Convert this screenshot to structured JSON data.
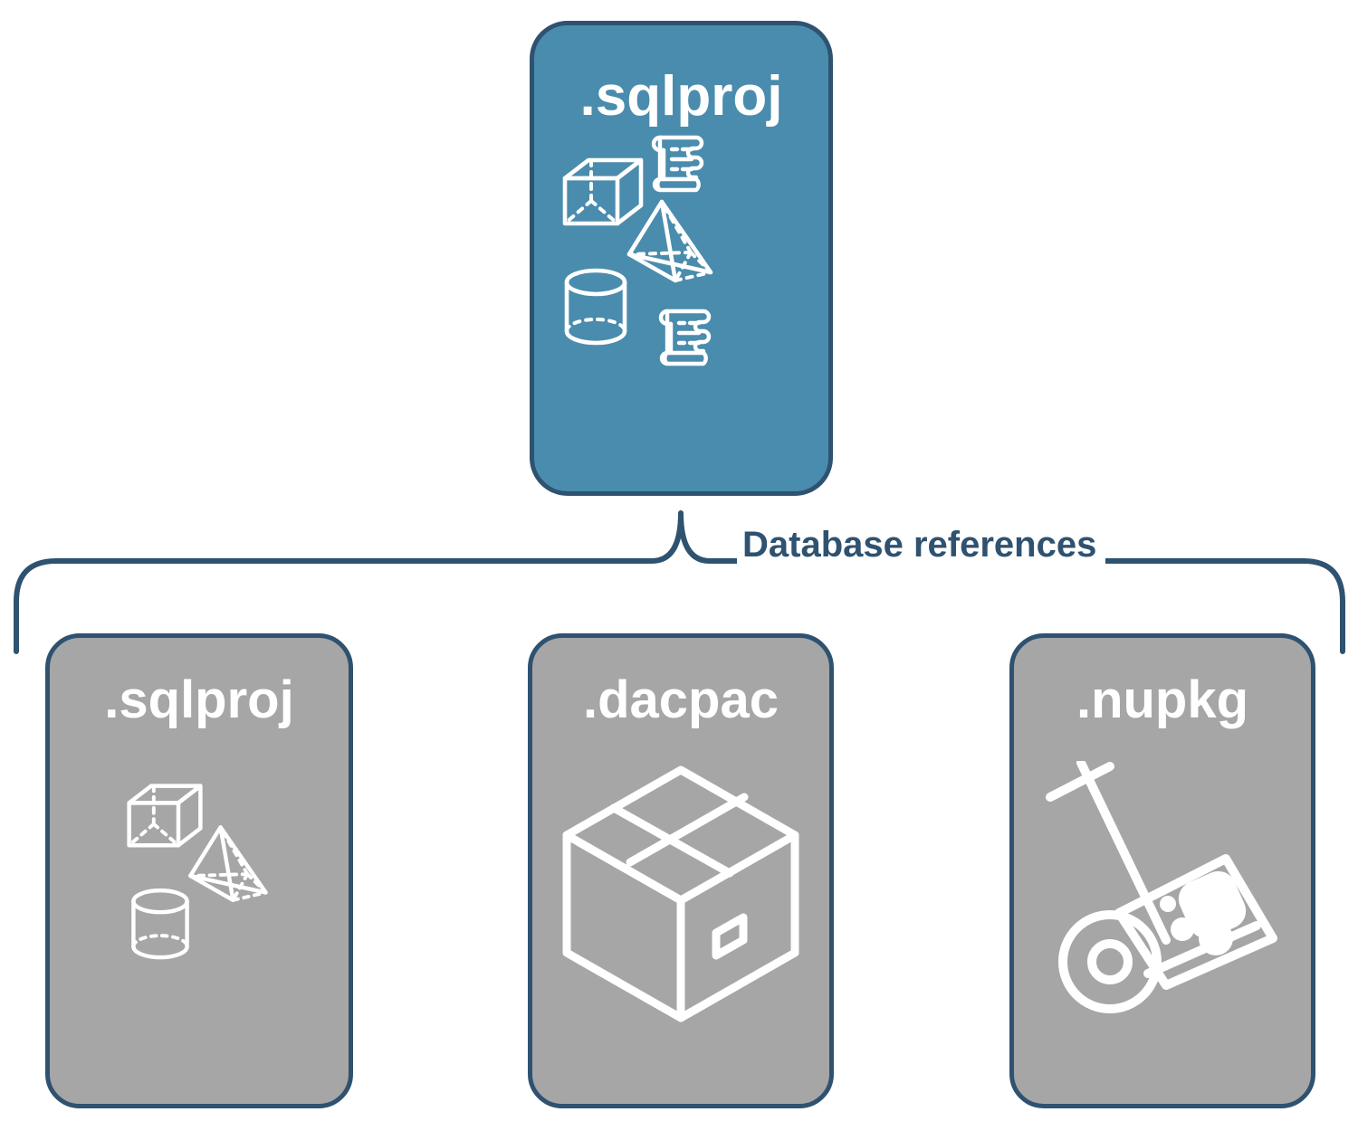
{
  "diagram": {
    "title_label": "Database references",
    "colors": {
      "accent_blue": "#4a8cad",
      "card_gray": "#a6a6a6",
      "outline_navy": "#2e5270",
      "icon_white": "#ffffff",
      "background": "#ffffff"
    },
    "parent": {
      "label": ".sqlproj",
      "fill": "#4a8cad",
      "icons": [
        "cube-wireframe-icon",
        "pyramid-wireframe-icon",
        "cylinder-wireframe-icon",
        "scroll-script-icon",
        "scroll-script-icon"
      ]
    },
    "children": [
      {
        "label": ".sqlproj",
        "fill": "#a6a6a6",
        "icons": [
          "cube-wireframe-icon",
          "pyramid-wireframe-icon",
          "cylinder-wireframe-icon"
        ]
      },
      {
        "label": ".dacpac",
        "fill": "#a6a6a6",
        "icons": [
          "shipping-box-icon"
        ]
      },
      {
        "label": ".nupkg",
        "fill": "#a6a6a6",
        "icons": [
          "hand-truck-package-icon"
        ]
      }
    ]
  }
}
